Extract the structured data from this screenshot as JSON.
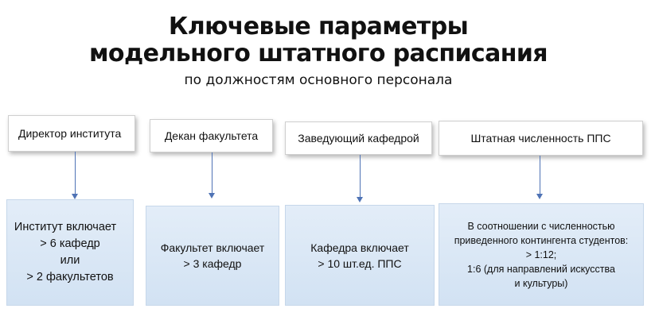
{
  "title": {
    "line1": "Ключевые параметры",
    "line2": "модельного штатного расписания"
  },
  "subtitle": "по должностям основного персонала",
  "columns": [
    {
      "header": "Директор института",
      "lines": [
        "Институт включает",
        "> 6 кафедр",
        "или",
        "> 2 факультетов"
      ]
    },
    {
      "header": "Декан факультета",
      "lines": [
        "Факультет включает",
        "> 3 кафедр"
      ]
    },
    {
      "header": "Заведующий кафедрой",
      "lines": [
        "Кафедра включает",
        "> 10  шт.ед. ППС"
      ]
    },
    {
      "header": "Штатная численность ППС",
      "lines": [
        "В соотношении с численностью",
        "приведенного контингента студентов:",
        "> 1:12;",
        "1:6 (для направлений искусства",
        "и культуры)"
      ]
    }
  ],
  "colors": {
    "arrow": "#4f73b5",
    "panel_top": "#e3edf8",
    "panel_bottom": "#d2e2f3"
  }
}
